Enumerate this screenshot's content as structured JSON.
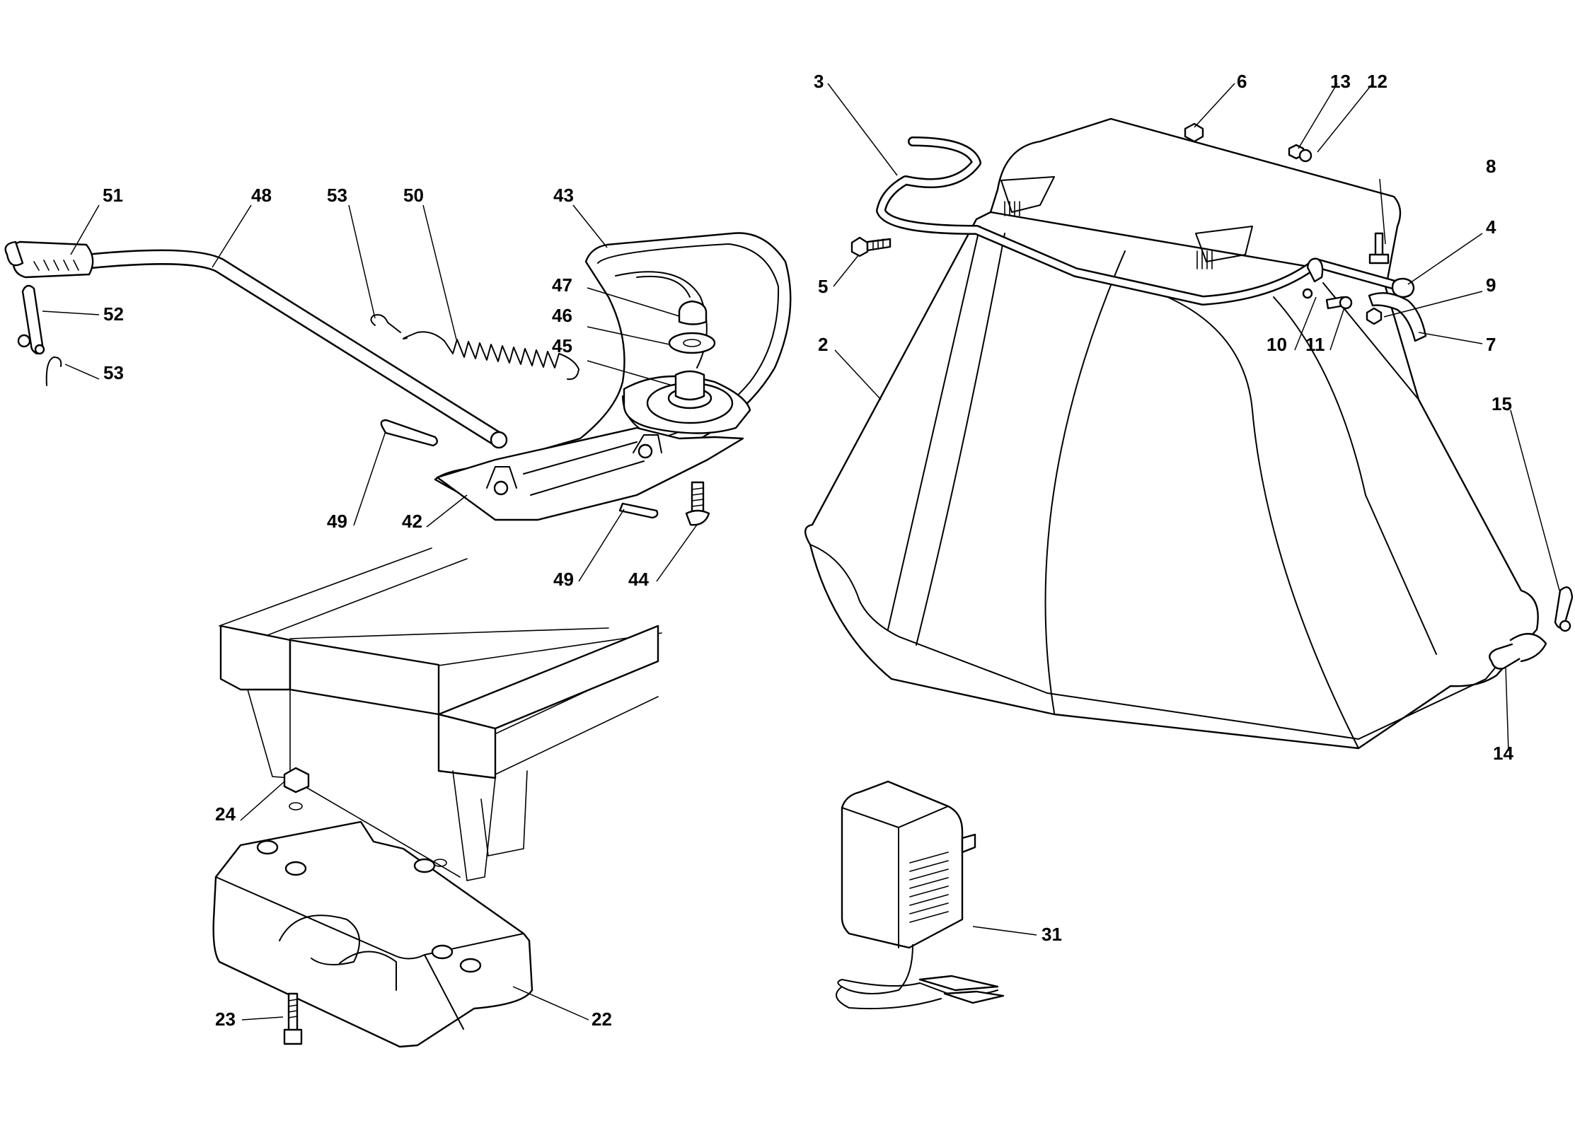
{
  "callouts": [
    {
      "id": "c3",
      "text": "3"
    },
    {
      "id": "c6",
      "text": "6"
    },
    {
      "id": "c13",
      "text": "13"
    },
    {
      "id": "c12",
      "text": "12"
    },
    {
      "id": "c8",
      "text": "8"
    },
    {
      "id": "c4",
      "text": "4"
    },
    {
      "id": "c9",
      "text": "9"
    },
    {
      "id": "c7",
      "text": "7"
    },
    {
      "id": "c5",
      "text": "5"
    },
    {
      "id": "c2",
      "text": "2"
    },
    {
      "id": "c10",
      "text": "10"
    },
    {
      "id": "c11",
      "text": "11"
    },
    {
      "id": "c15",
      "text": "15"
    },
    {
      "id": "c14",
      "text": "14"
    },
    {
      "id": "c51",
      "text": "51"
    },
    {
      "id": "c48",
      "text": "48"
    },
    {
      "id": "c53a",
      "text": "53"
    },
    {
      "id": "c50",
      "text": "50"
    },
    {
      "id": "c43",
      "text": "43"
    },
    {
      "id": "c52",
      "text": "52"
    },
    {
      "id": "c53b",
      "text": "53"
    },
    {
      "id": "c47",
      "text": "47"
    },
    {
      "id": "c46",
      "text": "46"
    },
    {
      "id": "c45",
      "text": "45"
    },
    {
      "id": "c49a",
      "text": "49"
    },
    {
      "id": "c42",
      "text": "42"
    },
    {
      "id": "c49b",
      "text": "49"
    },
    {
      "id": "c44",
      "text": "44"
    },
    {
      "id": "c24",
      "text": "24"
    },
    {
      "id": "c23",
      "text": "23"
    },
    {
      "id": "c22",
      "text": "22"
    },
    {
      "id": "c31",
      "text": "31"
    }
  ]
}
